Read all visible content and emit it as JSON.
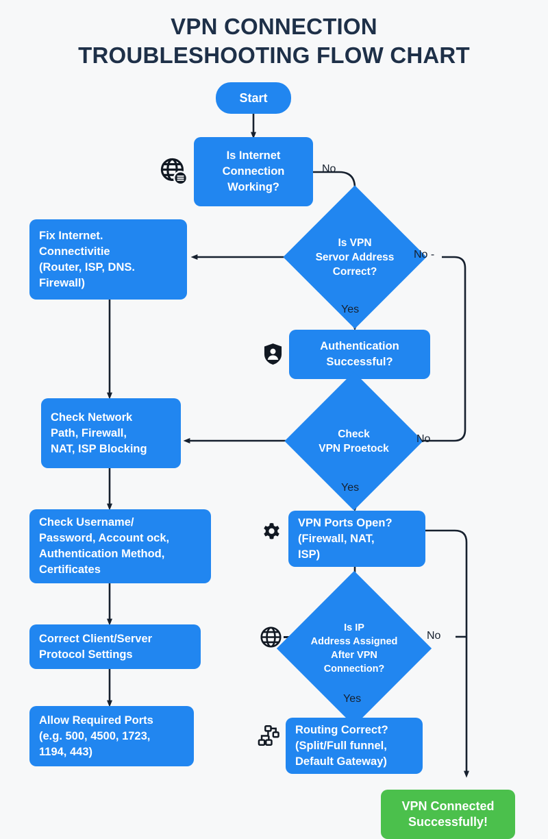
{
  "title": {
    "line1": "VPN CONNECTION",
    "line2": "TROUBLESHOOTING FLOW CHART"
  },
  "colors": {
    "background": "#f7f8f9",
    "node_blue": "#2186f0",
    "terminal_green": "#4bc04c",
    "connector": "#16202e",
    "title_text": "#1e3048",
    "node_text": "#ffffff"
  },
  "nodes": {
    "start": {
      "label": "Start",
      "shape": "pill"
    },
    "internet_check": {
      "label": "Is Internet\nConnection\nWorking?",
      "shape": "process",
      "icon": "globe-network-icon"
    },
    "fix_internet": {
      "label": "Fix Internet.\nConnectivitie\n(Router, ISP, DNS.\nFirewall)",
      "shape": "process"
    },
    "server_address": {
      "label": "Is VPN\nServor Address\nCorrect?",
      "shape": "decision"
    },
    "authentication": {
      "label": "Authentication\nSuccessful?",
      "shape": "process",
      "icon": "shield-user-icon"
    },
    "check_network_path": {
      "label": "Check Network\nPath, Firewall,\nNAT, ISP Blocking",
      "shape": "process"
    },
    "check_protocol": {
      "label": "Check\nVPN Proetock",
      "shape": "decision"
    },
    "check_credentials": {
      "label": "Check Username/\nPassword, Account ock,\nAuthentication Method,\nCertificates",
      "shape": "process"
    },
    "vpn_ports": {
      "label": "VPN Ports Open?\n(Firewall, NAT,\nISP)",
      "shape": "process",
      "icon": "gear-icon"
    },
    "correct_protocol_settings": {
      "label": "Correct Client/Server\nProtocol Settings",
      "shape": "process"
    },
    "ip_assigned": {
      "label": "Is IP\nAddress Assigned\nAfter VPN\nConnection?",
      "shape": "decision",
      "icon": "globe-icon"
    },
    "allow_ports": {
      "label": "Allow Required Ports\n(e.g. 500, 4500, 1723,\n1194, 443)",
      "shape": "process"
    },
    "routing": {
      "label": "Routing Correct?\n(Split/Full funnel,\nDefault Gateway)",
      "shape": "process",
      "icon": "sitemap-icon"
    },
    "vpn_connected": {
      "label": "VPN Connected\nSuccessfully!",
      "shape": "terminal"
    }
  },
  "edge_labels": {
    "internet_no": "No",
    "server_no": "No -",
    "server_yes": "Yes",
    "protocol_no": "No",
    "protocol_yes": "Yes",
    "ip_no": "No",
    "ip_yes": "Yes"
  }
}
